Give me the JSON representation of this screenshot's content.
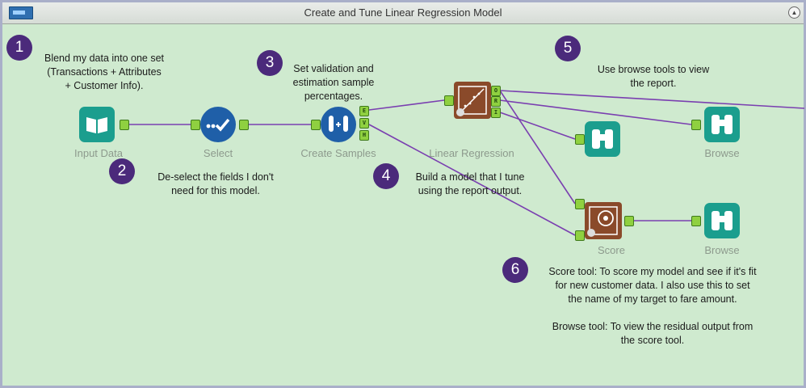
{
  "container": {
    "title": "Create and Tune Linear Regression Model"
  },
  "tools": {
    "input": "Input Data",
    "select": "Select",
    "samples": "Create Samples",
    "linreg": "Linear Regression",
    "score": "Score",
    "browse1": "Browse",
    "browse2": "Browse"
  },
  "anchors": {
    "e": "E",
    "v": "V",
    "h": "H",
    "o": "O",
    "r": "R",
    "i": "I"
  },
  "notes": {
    "n1": {
      "badge": "1",
      "line1": "Blend my data into one set",
      "line2": "(Transactions + Attributes",
      "line3": "+ Customer Info)."
    },
    "n2": {
      "badge": "2",
      "line1": "De-select the fields I don't",
      "line2": "need for this model."
    },
    "n3": {
      "badge": "3",
      "line1": "Set validation and",
      "line2": "estimation sample",
      "line3": "percentages."
    },
    "n4": {
      "badge": "4",
      "line1": "Build a model that I tune",
      "line2": "using the report output."
    },
    "n5": {
      "badge": "5",
      "line1": "Use browse tools to view",
      "line2": "the report."
    },
    "n6": {
      "badge": "6",
      "line1": "Score tool: To score my model and see if it's fit",
      "line2": "for new customer data. I also use this to set",
      "line3": "the name of my target to fare amount.",
      "line4": "Browse tool: To view the residual output from",
      "line5": "the score tool."
    }
  },
  "colors": {
    "canvas": "#cfeacf",
    "wire": "#7a3fb0",
    "badge": "#4b2a7b",
    "teal": "#1b9e8e",
    "blue": "#1f5fa8",
    "brown": "#8a4a2a",
    "anchor": "#8fd040"
  }
}
